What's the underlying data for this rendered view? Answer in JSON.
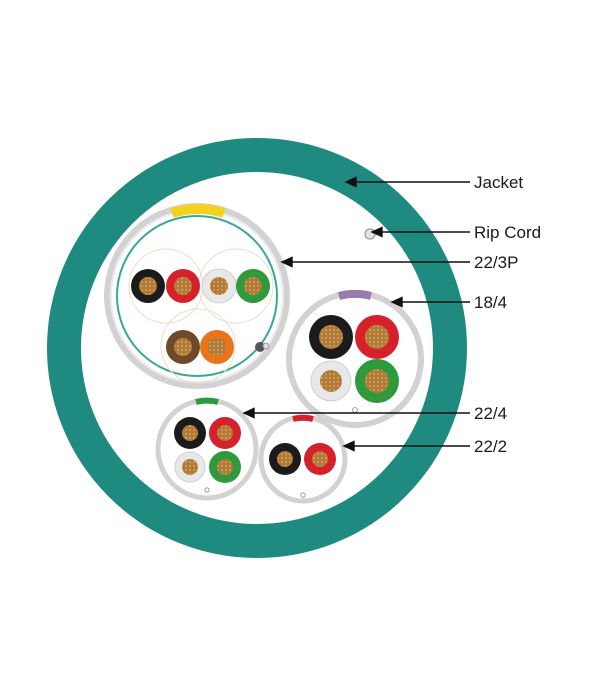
{
  "labels": {
    "jacket": "Jacket",
    "rip_cord": "Rip Cord",
    "c22_3p": "22/3P",
    "c18_4": "18/4",
    "c22_4": "22/4",
    "c22_2": "22/2"
  },
  "colors": {
    "jacket": "#1f8a7f",
    "black": "#1b1b1b",
    "red": "#d6202a",
    "white_ins": "#e8e8e8",
    "green": "#2e9a3c",
    "brown": "#6e4a2a",
    "orange": "#e8741c",
    "copper": "#b9813e",
    "stripe_yellow": "#f2d21c",
    "stripe_purple": "#9a7bb0",
    "stripe_green": "#2e9a3c",
    "stripe_red": "#d6202a"
  },
  "icons": {
    "rip_cord": "small-gray-dot"
  }
}
